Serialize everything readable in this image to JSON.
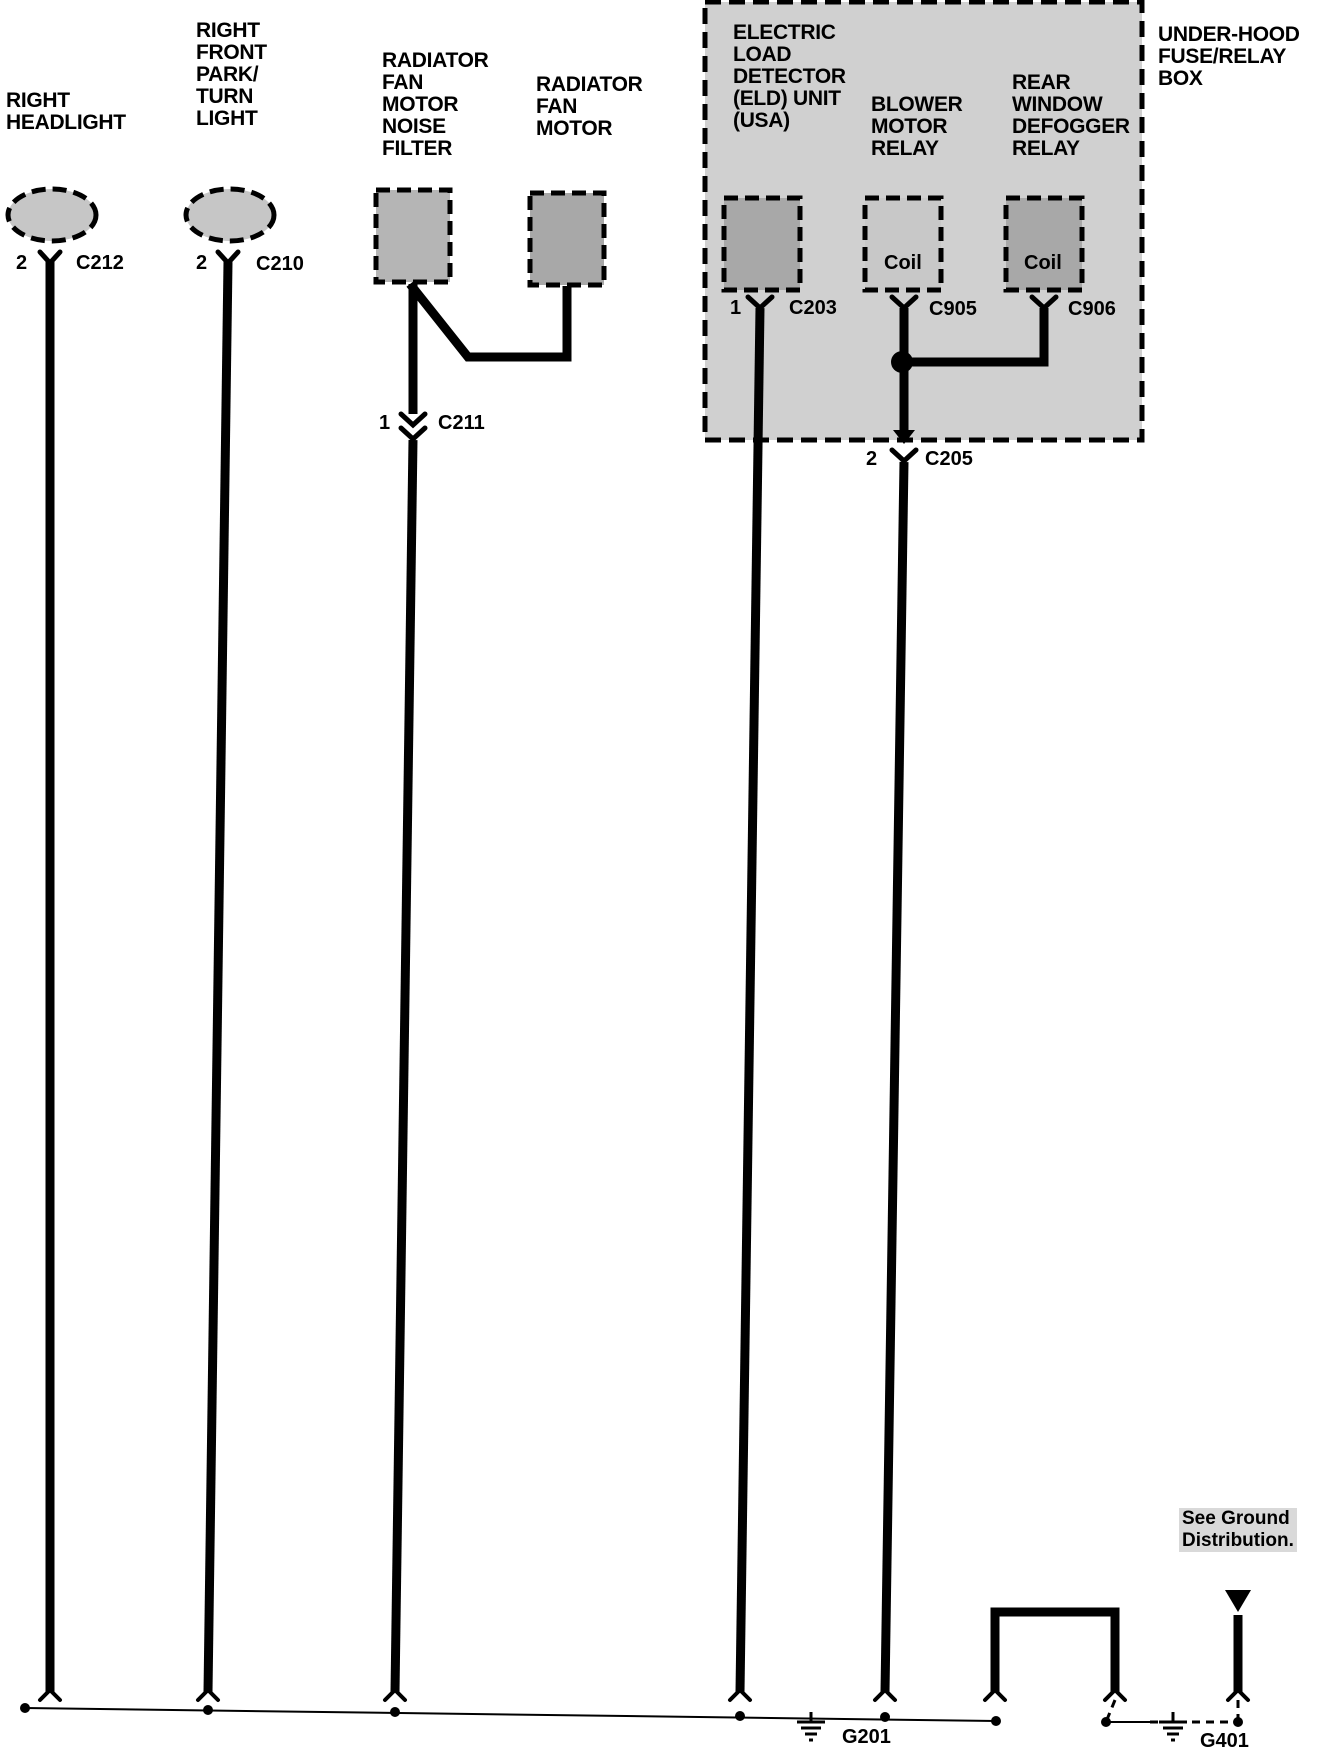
{
  "components": {
    "right_headlight": {
      "label": "RIGHT\nHEADLIGHT",
      "pin": "2",
      "connector": "C212"
    },
    "right_front_park_turn": {
      "label": "RIGHT\nFRONT\nPARK/\nTURN\nLIGHT",
      "pin": "2",
      "connector": "C210"
    },
    "noise_filter": {
      "label": "RADIATOR\nFAN\nMOTOR\nNOISE\nFILTER",
      "pin": "1",
      "connector": "C211"
    },
    "fan_motor": {
      "label": "RADIATOR\nFAN\nMOTOR"
    },
    "eld_unit": {
      "label": "ELECTRIC\nLOAD\nDETECTOR\n(ELD) UNIT\n(USA)",
      "pin": "1",
      "connector": "C203"
    },
    "blower_relay": {
      "label": "BLOWER\nMOTOR\nRELAY",
      "coil": "Coil",
      "connector": "C905"
    },
    "defogger_relay": {
      "label": "REAR\nWINDOW\nDEFOGGER\nRELAY",
      "coil": "Coil",
      "connector": "C906"
    },
    "fuse_box": {
      "label": "UNDER-HOOD\nFUSE/RELAY\nBOX",
      "pin": "2",
      "connector": "C205"
    }
  },
  "grounds": {
    "g201": "G201",
    "g401": "G401",
    "note": "See Ground\nDistribution."
  },
  "colors": {
    "wire": "#000000",
    "fill": "#bdbdbd",
    "box_fill": "#d0d0d0"
  }
}
